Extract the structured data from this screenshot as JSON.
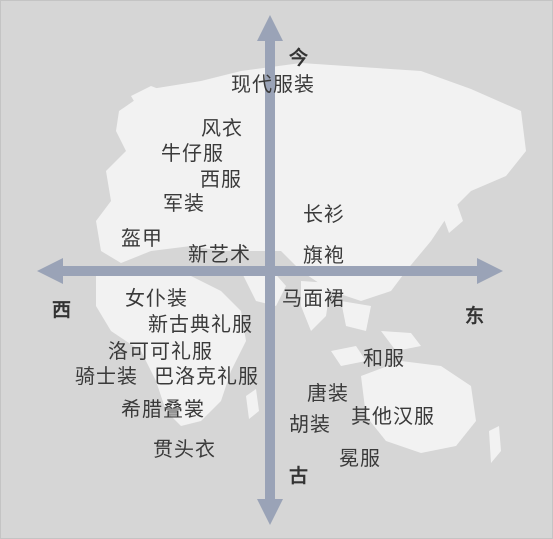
{
  "directions": {
    "north": "今",
    "south": "古",
    "west": "西",
    "east": "东"
  },
  "items": {
    "modern": "现代服装",
    "trench": "风衣",
    "denim": "牛仔服",
    "suit": "西服",
    "military": "军装",
    "changshan": "长衫",
    "armor": "盔甲",
    "art_nouveau": "新艺术",
    "qipao": "旗袍",
    "maid": "女仆装",
    "mamianqun": "马面裙",
    "neoclassical": "新古典礼服",
    "rococo": "洛可可礼服",
    "wafuku": "和服",
    "knight": "骑士装",
    "baroque": "巴洛克礼服",
    "tangzhuang": "唐装",
    "greek": "希腊叠裳",
    "hufu": "胡装",
    "other_hanfu": "其他汉服",
    "guantouyi": "贯头衣",
    "mianfu": "冕服"
  },
  "colors": {
    "background": "#d6d6d6",
    "map": "#f2f2f2",
    "axis": "#9aa3b7",
    "text": "#3a3a3a"
  }
}
